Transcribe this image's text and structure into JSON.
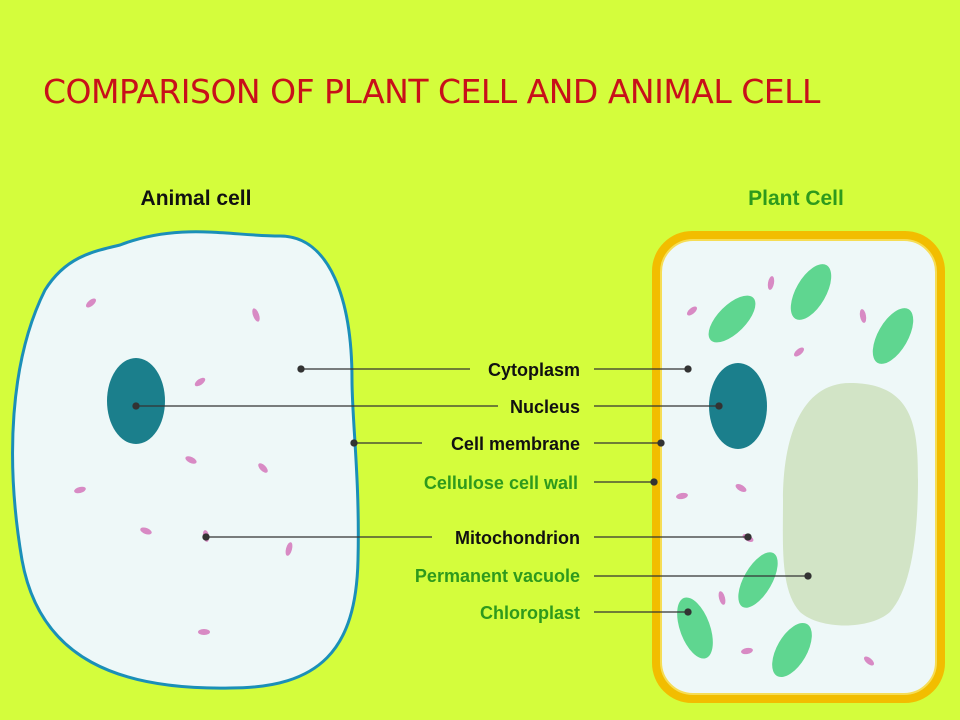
{
  "slide": {
    "title": "COMPARISON OF PLANT CELL AND ANIMAL CELL"
  },
  "captions": {
    "animal": "Animal cell",
    "plant": "Plant Cell"
  },
  "labels": {
    "cytoplasm": "Cytoplasm",
    "nucleus": "Nucleus",
    "cell_membrane": "Cell membrane",
    "cellulose_cell_wall": "Cellulose cell wall",
    "mitochondrion": "Mitochondrion",
    "permanent_vacuole": "Permanent vacuole",
    "chloroplast": "Chloroplast"
  },
  "colors": {
    "background": "#d4fd3c",
    "title": "#c8101a",
    "shared_label": "#111111",
    "plant_only_label": "#2e9a1c",
    "cell_fill": "#eef8f8",
    "membrane": "#1b8fb8",
    "nucleus": "#1b7f8c",
    "mitochondrion": "#d88ac4",
    "chloroplast": "#5fd690",
    "vacuole": "#d2e4c6",
    "cell_wall": "#f2bd00"
  }
}
